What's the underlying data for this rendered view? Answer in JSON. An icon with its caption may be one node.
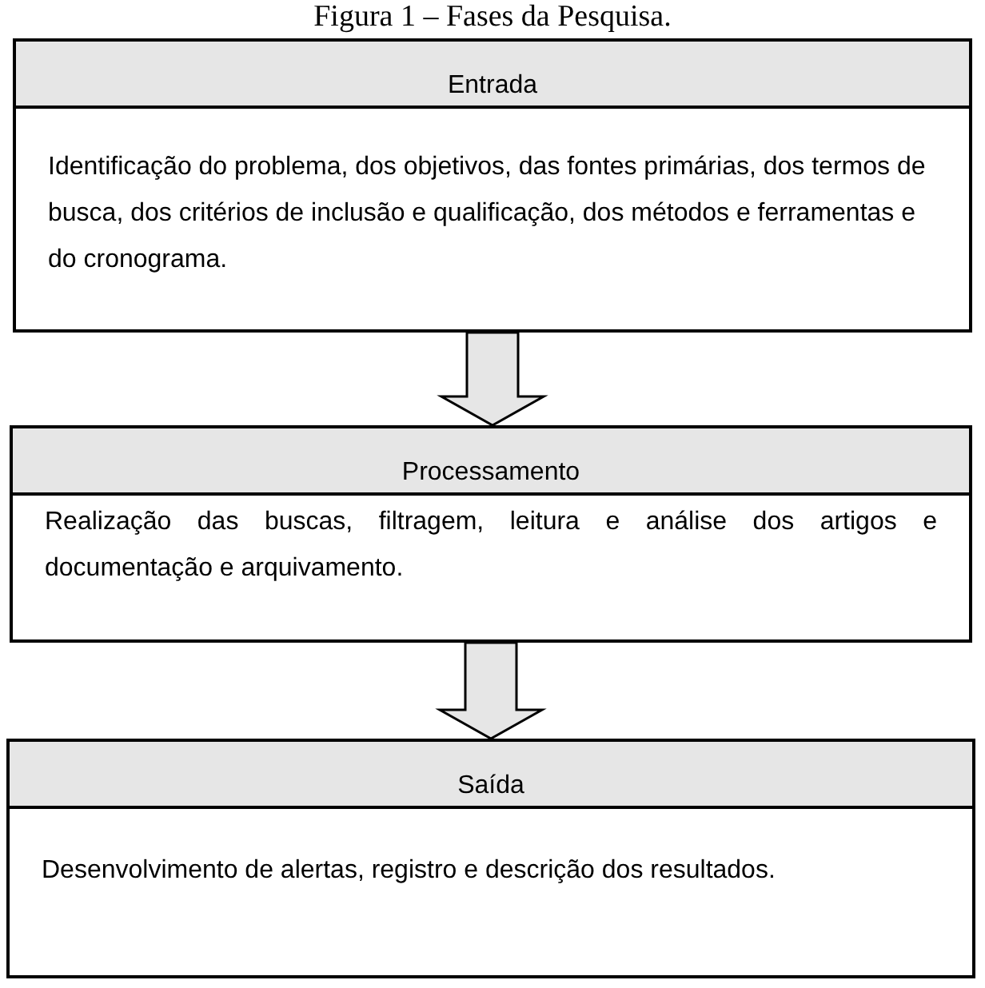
{
  "diagram": {
    "title": "Figura 1 – Fases da Pesquisa.",
    "nodes": [
      {
        "text": [
          "Entrada",
          "Identificação do problema, dos objetivos, das fontes primárias, dos termos de busca, dos critérios de inclusão e qualificação, dos métodos e ferramentas e do cronograma."
        ]
      },
      {
        "text": [
          "Processamento",
          "Realização das buscas, filtragem, leitura e análise dos artigos e documentação e arquivamento."
        ]
      },
      {
        "text": [
          "Saída",
          "Desenvolvimento de alertas, registro e descrição dos resultados."
        ]
      }
    ],
    "edges": [
      {
        "from": 0,
        "to": 1,
        "arrow": "to"
      },
      {
        "from": 1,
        "to": 2,
        "arrow": "to"
      }
    ]
  }
}
